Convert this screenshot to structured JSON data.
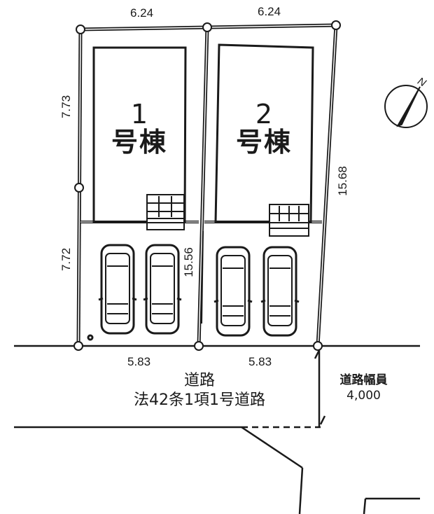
{
  "site_plan": {
    "lots": [
      {
        "id": 1,
        "building_number": "1",
        "building_label": "号棟",
        "top_width": "6.24",
        "front_width": "5.83",
        "left_upper_depth": "7.73",
        "left_lower_depth": "7.72",
        "parking_spaces": 2
      },
      {
        "id": 2,
        "building_number": "2",
        "building_label": "号棟",
        "top_width": "6.24",
        "front_width": "5.83",
        "right_depth": "15.68",
        "parking_spaces": 2
      }
    ],
    "shared_boundary_depth": "15.56",
    "road": {
      "label": "道路",
      "classification": "法42条1項1号道路",
      "width_label": "道路幅員",
      "width_value": "4,000"
    },
    "compass": {
      "north_label": "N"
    },
    "colors": {
      "line": "#1a1a1a",
      "background": "#ffffff"
    }
  }
}
